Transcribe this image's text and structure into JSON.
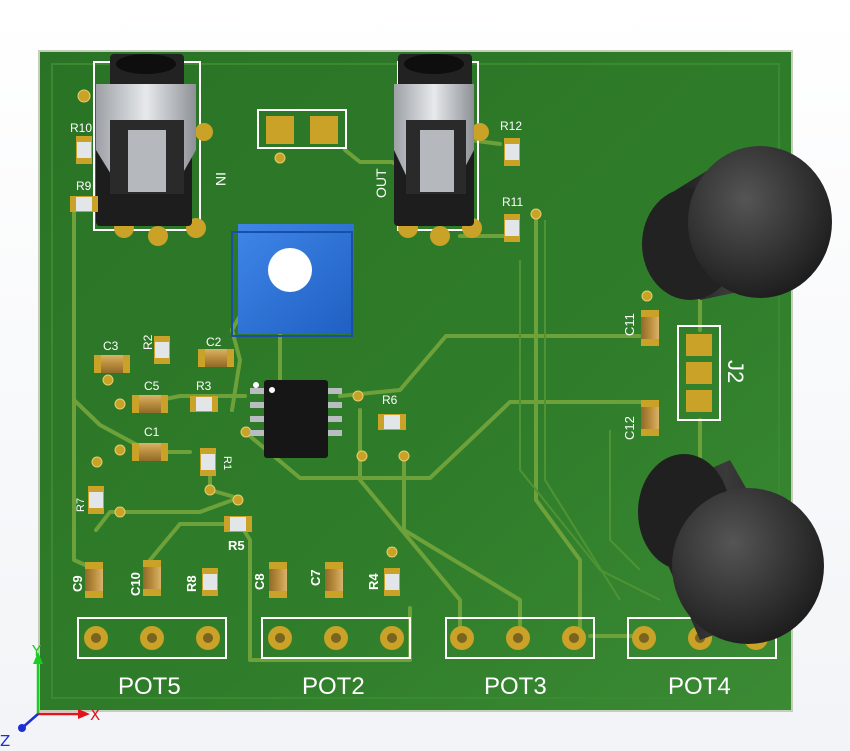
{
  "colors": {
    "board": "#2f7d2a",
    "board_edge": "#c9d2bf",
    "trace": "#6fa33b",
    "pad_gold": "#c9a227",
    "silkscreen": "#ffffff",
    "jack_body": "#1d1d1d",
    "trimpot_blue": "#2f74d8",
    "axis_x": "#e1141c",
    "axis_y": "#1ccc24",
    "axis_z": "#1c2fd4"
  },
  "labels": {
    "in": "IN",
    "out": "OUT",
    "j2": "J2",
    "pot5": "POT5",
    "pot2": "POT2",
    "pot3": "POT3",
    "pot4": "POT4",
    "r1": "R1",
    "r2": "R2",
    "r3": "R3",
    "r4": "R4",
    "r5": "R5",
    "r6": "R6",
    "r7": "R7",
    "r8": "R8",
    "r9": "R9",
    "r10": "R10",
    "r11": "R11",
    "r12": "R12",
    "c1": "C1",
    "c2": "C2",
    "c3": "C3",
    "c5": "C5",
    "c7": "C7",
    "c8": "C8",
    "c9": "C9",
    "c10": "C10",
    "c11": "C11",
    "c12": "C12"
  },
  "axes": {
    "x": "X",
    "y": "Y",
    "z": "Z"
  },
  "icons": {
    "input_jack": "audio-jack-icon",
    "output_jack": "audio-jack-icon",
    "trimmer": "trimmer-potentiometer-icon",
    "ic": "soic8-chip-icon",
    "knob": "cylindrical-knob-icon"
  }
}
